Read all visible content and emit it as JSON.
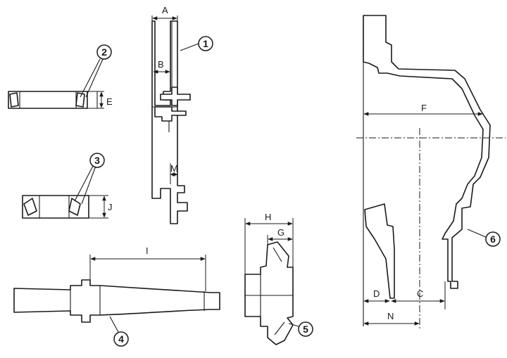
{
  "diagram": {
    "callouts": [
      {
        "key": "c1",
        "text": "1"
      },
      {
        "key": "c2",
        "text": "2"
      },
      {
        "key": "c3",
        "text": "3"
      },
      {
        "key": "c4",
        "text": "4"
      },
      {
        "key": "c5",
        "text": "5"
      },
      {
        "key": "c6",
        "text": "6"
      }
    ],
    "dimension_labels": {
      "A": "A",
      "B": "B",
      "C": "C",
      "D": "D",
      "E": "E",
      "F": "F",
      "G": "G",
      "H": "H",
      "I": "I",
      "J": "J",
      "M": "M",
      "N": "N"
    }
  }
}
